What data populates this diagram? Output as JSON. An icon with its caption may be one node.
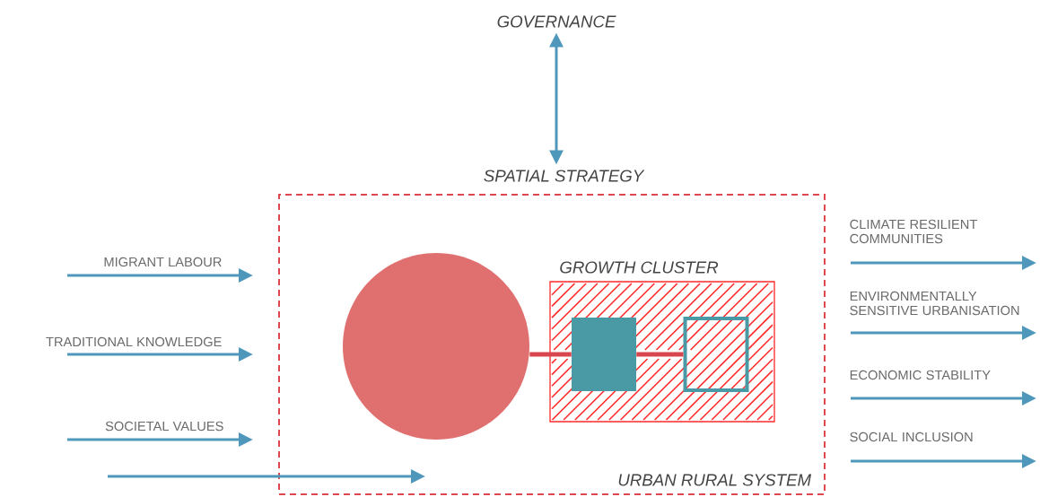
{
  "diagram": {
    "nodes": [
      {
        "text": [
          "GOVERNANCE"
        ]
      },
      {
        "text": [
          "SPATIAL STRATEGY",
          "URBAN RURAL SYSTEM"
        ]
      },
      {
        "text": [],
        "shape": "circle",
        "in": 1
      },
      {
        "text": [
          "GROWTH CLUSTER"
        ],
        "in": 1
      },
      {
        "text": [],
        "shape": "box",
        "in": 3
      },
      {
        "text": [],
        "shape": "box",
        "in": 3
      }
    ],
    "edges": [
      {
        "from": 0,
        "to": 1,
        "arrow": "both"
      },
      {
        "from": null,
        "to": 1,
        "arrow": "to",
        "label": "MIGRANT LABOUR"
      },
      {
        "from": null,
        "to": 1,
        "arrow": "to",
        "label": "TRADITIONAL KNOWLEDGE"
      },
      {
        "from": null,
        "to": 1,
        "arrow": "to",
        "label": "SOCIETAL VALUES"
      },
      {
        "from": null,
        "to": 1,
        "arrow": "to"
      },
      {
        "from": 1,
        "to": null,
        "arrow": "to",
        "label": "CLIMATE RESILIENT COMMUNITIES"
      },
      {
        "from": 1,
        "to": null,
        "arrow": "to",
        "label": "ENVIRONMENTALLY SENSITIVE URBANISATION"
      },
      {
        "from": 1,
        "to": null,
        "arrow": "to",
        "label": "ECONOMIC STABILITY"
      },
      {
        "from": 1,
        "to": null,
        "arrow": "to",
        "label": "SOCIAL INCLUSION"
      },
      {
        "from": 2,
        "to": 4,
        "arrow": "none",
        "color": "#d9454c"
      },
      {
        "from": 4,
        "to": 5,
        "arrow": "none",
        "color": "#d9454c"
      }
    ]
  }
}
